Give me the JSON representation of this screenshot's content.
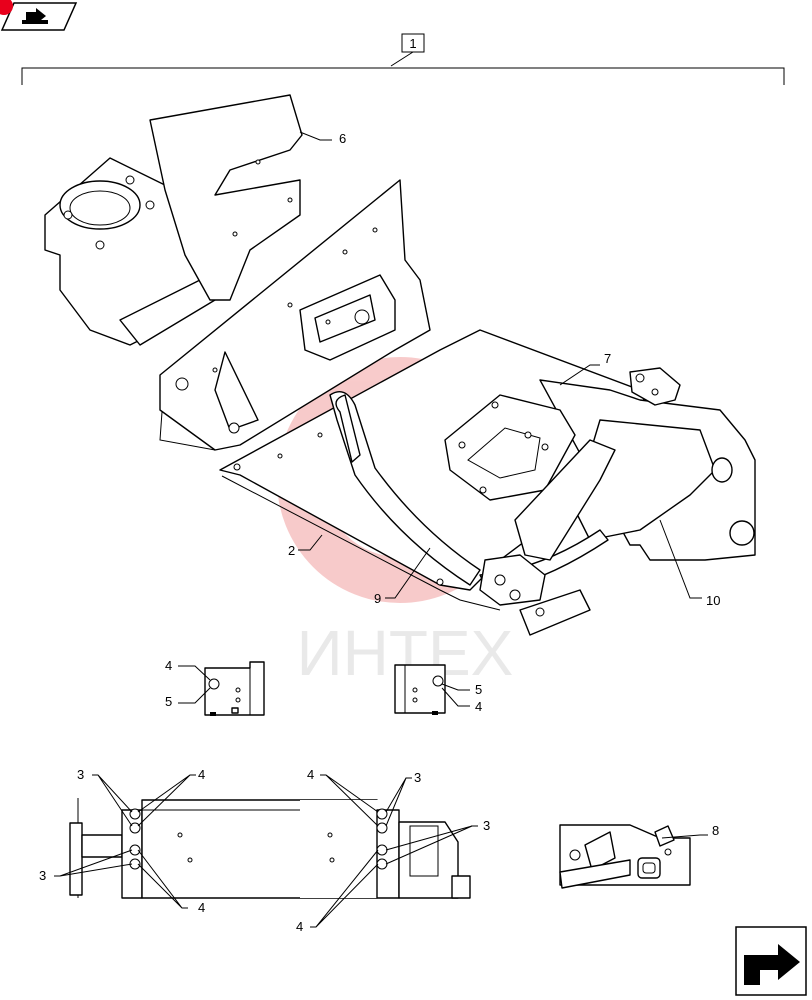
{
  "diagram": {
    "group_label": "1",
    "watermark_text": "ИНТЕХ",
    "callouts": {
      "c2": "2",
      "c6": "6",
      "c7": "7",
      "c9": "9",
      "c10": "10",
      "d4": "4",
      "d5": "5",
      "e5": "5",
      "e4": "4",
      "f3a": "3",
      "f4a": "4",
      "f3b": "3",
      "f4b": "4",
      "g4a": "4",
      "g3a": "3",
      "g3b": "3",
      "g4b": "4",
      "h8": "8"
    },
    "icons": {
      "top_left": "book-arrow-icon",
      "bottom_right": "next-page-arrow-icon"
    },
    "colors": {
      "line": "#000000",
      "watermark": "#f2a0a0",
      "accent": "#e8001c"
    }
  }
}
